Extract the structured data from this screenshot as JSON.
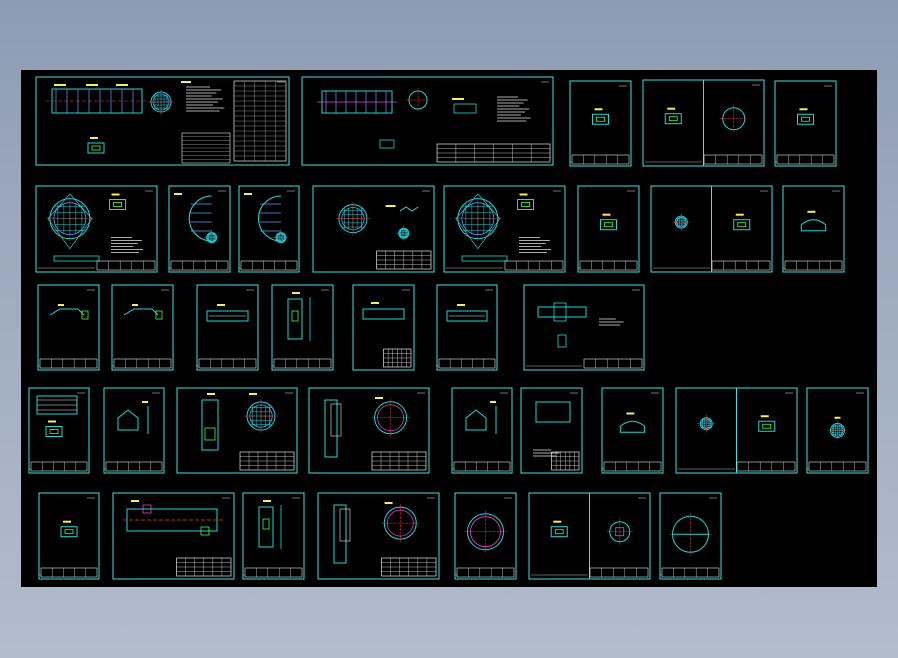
{
  "viewer": {
    "background_top": "#8e9cb3",
    "background_bottom": "#b2bccd",
    "canvas_background": "#000000"
  },
  "colors": {
    "sheet_border": "#36e3e3",
    "linework": "#20d6d6",
    "title_block": "#e6e6e6",
    "annotation": "#f2ef5a",
    "hatch": "#5aa0ff",
    "accent_magenta": "#ff3bd6",
    "accent_green": "#48ff48",
    "accent_red": "#ff3838"
  },
  "drawing_set": {
    "rows": [
      {
        "sheets": [
          "assembly-sheet",
          "general-sheet",
          "part",
          "dual-part",
          "part"
        ]
      },
      {
        "sheets": [
          "tube-plate",
          "part",
          "part",
          "part-titled",
          "tube-plate",
          "part",
          "dual-part",
          "part"
        ]
      },
      {
        "sheets": [
          "part",
          "part",
          "part",
          "part",
          "part-titled",
          "part",
          "part-wide"
        ]
      },
      {
        "sheets": [
          "part",
          "part",
          "part-titled",
          "part-titled",
          "part",
          "part",
          "part",
          "dual-part",
          "part"
        ]
      },
      {
        "sheets": [
          "part",
          "shell-titled",
          "part",
          "part-titled",
          "circle-part",
          "dual-part",
          "circle-part"
        ]
      }
    ]
  }
}
